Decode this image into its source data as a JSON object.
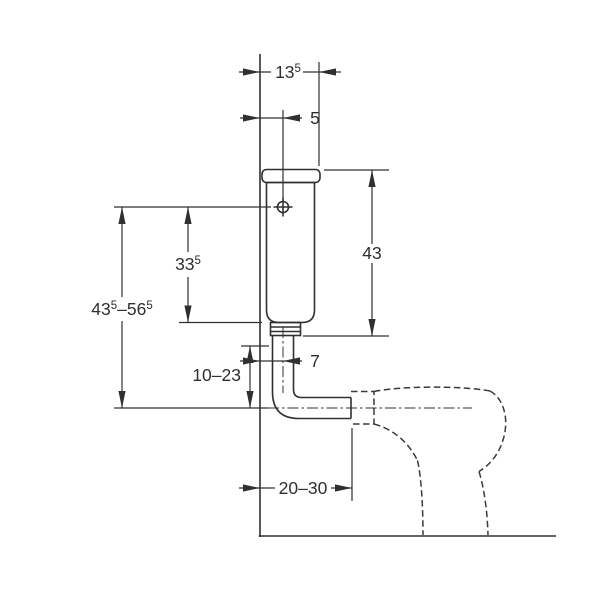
{
  "colors": {
    "line": "#303030",
    "text": "#2f2f2f",
    "background": "#ffffff"
  },
  "dimensions": {
    "cistern_depth": {
      "value": "13",
      "sup": "5"
    },
    "wall_to_connection": {
      "value": "5"
    },
    "cistern_height": {
      "value": "43"
    },
    "connection_to_cistern_bottom": {
      "value": "33",
      "sup": "5"
    },
    "connection_height_range": {
      "value1": "43",
      "sup1": "5",
      "value2": "–56",
      "sup2": "5"
    },
    "flush_pipe_adjustment": {
      "value": "10–23"
    },
    "wall_to_pipe_centre": {
      "value": "7"
    },
    "wall_to_pan": {
      "value": "20–30"
    }
  }
}
